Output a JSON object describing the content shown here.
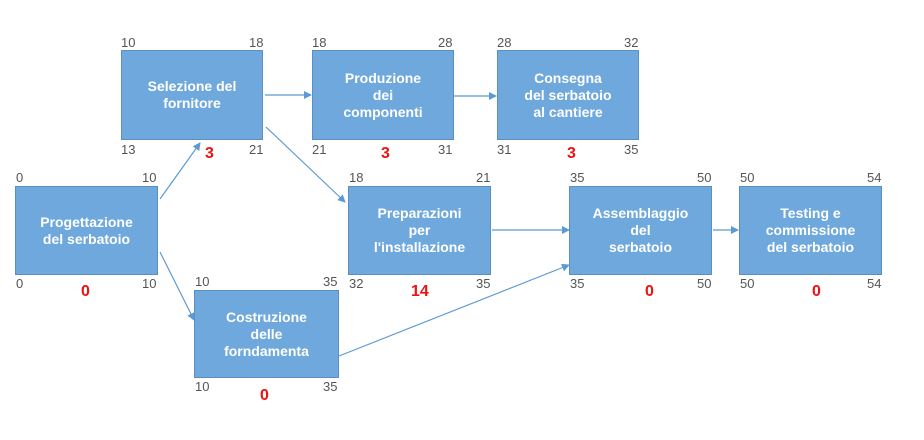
{
  "diagram": {
    "arrow_color": "#5b9bd5",
    "box_color": "#6fa8dc",
    "slack_color": "#ee1111",
    "nodes": [
      {
        "id": "progettazione",
        "label": "Progettazione\ndel serbatoio",
        "es": "0",
        "ef": "10",
        "ls": "0",
        "lf": "10",
        "slack": "0"
      },
      {
        "id": "selezione",
        "label": "Selezione del\nfornitore",
        "es": "10",
        "ef": "18",
        "ls": "13",
        "lf": "21",
        "slack": "3"
      },
      {
        "id": "produzione",
        "label": "Produzione\ndei\ncomponenti",
        "es": "18",
        "ef": "28",
        "ls": "21",
        "lf": "31",
        "slack": "3"
      },
      {
        "id": "consegna",
        "label": "Consegna\ndel serbatoio\nal cantiere",
        "es": "28",
        "ef": "32",
        "ls": "31",
        "lf": "35",
        "slack": "3"
      },
      {
        "id": "preparazioni",
        "label": "Preparazioni\nper\nl'installazione",
        "es": "18",
        "ef": "21",
        "ls": "32",
        "lf": "35",
        "slack": "14"
      },
      {
        "id": "costruzione",
        "label": "Costruzione\ndelle\nforndamenta",
        "es": "10",
        "ef": "35",
        "ls": "10",
        "lf": "35",
        "slack": "0"
      },
      {
        "id": "assemblaggio",
        "label": "Assemblaggio\ndel\nserbatoio",
        "es": "35",
        "ef": "50",
        "ls": "35",
        "lf": "50",
        "slack": "0"
      },
      {
        "id": "testing",
        "label": "Testing e\ncommissione\ndel serbatoio",
        "es": "50",
        "ef": "54",
        "ls": "50",
        "lf": "54",
        "slack": "0"
      }
    ]
  }
}
